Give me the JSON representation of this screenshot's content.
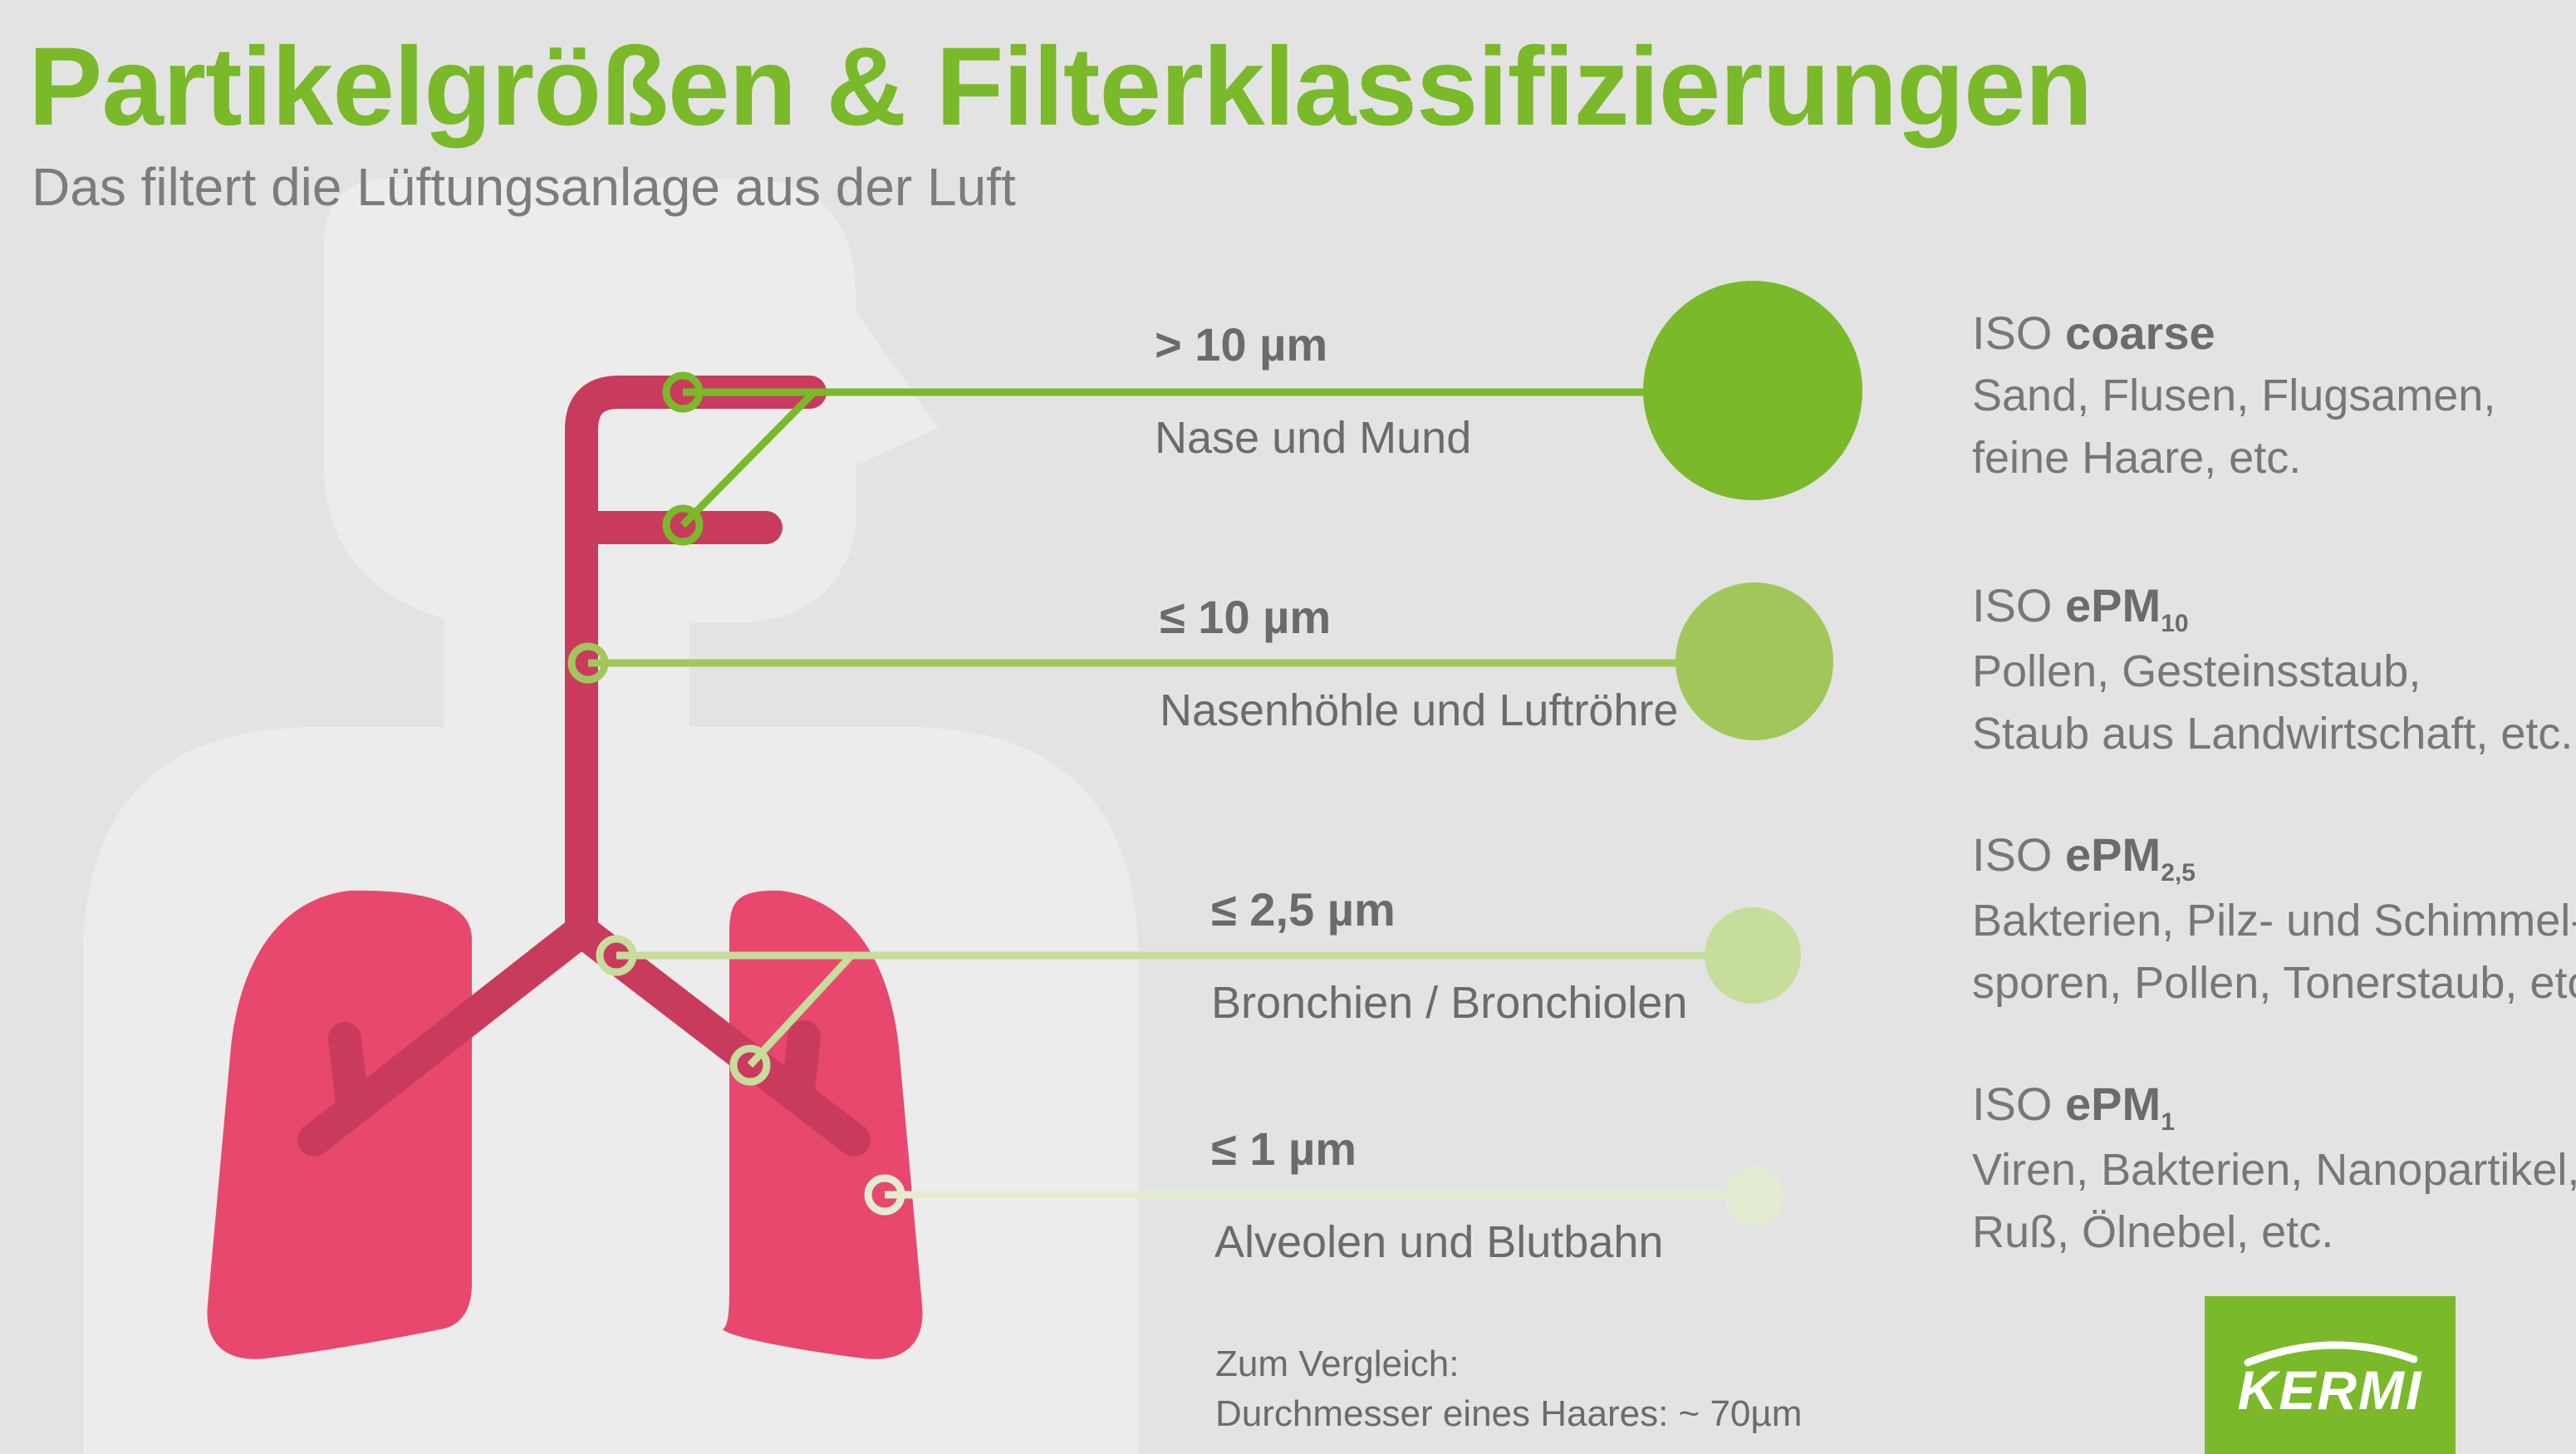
{
  "title": "Partikelgrößen & Filterklassifizierungen",
  "subtitle": "Das filtert die Lüftungsanlage aus der Luft",
  "colors": {
    "background": "#e3e3e3",
    "silhouette": "#ececec",
    "green": "#7ab929",
    "airway": "#c93b5c",
    "lung": "#e8486e",
    "text": "#6b6b6b"
  },
  "levels": [
    {
      "size_label": "> 10 µm",
      "location": "Nase und Mund",
      "iso_prefix": "ISO",
      "iso_class": "coarse",
      "iso_sub": "",
      "examples_line1": "Sand, Flusen, Flugsamen,",
      "examples_line2": "feine Haare, etc.",
      "color": "#7ab929"
    },
    {
      "size_label": "≤ 10 µm",
      "location": "Nasenhöhle und Luftröhre",
      "iso_prefix": "ISO",
      "iso_class": "ePM",
      "iso_sub": "10",
      "examples_line1": "Pollen, Gesteinsstaub,",
      "examples_line2": "Staub aus Landwirtschaft, etc.",
      "color": "#a1c75a"
    },
    {
      "size_label": "≤ 2,5 µm",
      "location": "Bronchien / Bronchiolen",
      "iso_prefix": "ISO",
      "iso_class": "ePM",
      "iso_sub": "2,5",
      "examples_line1": "Bakterien, Pilz- und Schimmel-",
      "examples_line2": "sporen, Pollen, Tonerstaub, etc.",
      "color": "#c6dd9b"
    },
    {
      "size_label": "≤ 1 µm",
      "location": "Alveolen und Blutbahn",
      "iso_prefix": "ISO",
      "iso_class": "ePM",
      "iso_sub": "1",
      "examples_line1": "Viren, Bakterien, Nanopartikel,",
      "examples_line2": "Ruß, Ölnebel, etc.",
      "color": "#e2ecd0"
    }
  ],
  "note": {
    "line1": "Zum Vergleich:",
    "line2": "Durchmesser eines Haares: ~ 70µm"
  },
  "logo": {
    "text": "KERMI"
  }
}
